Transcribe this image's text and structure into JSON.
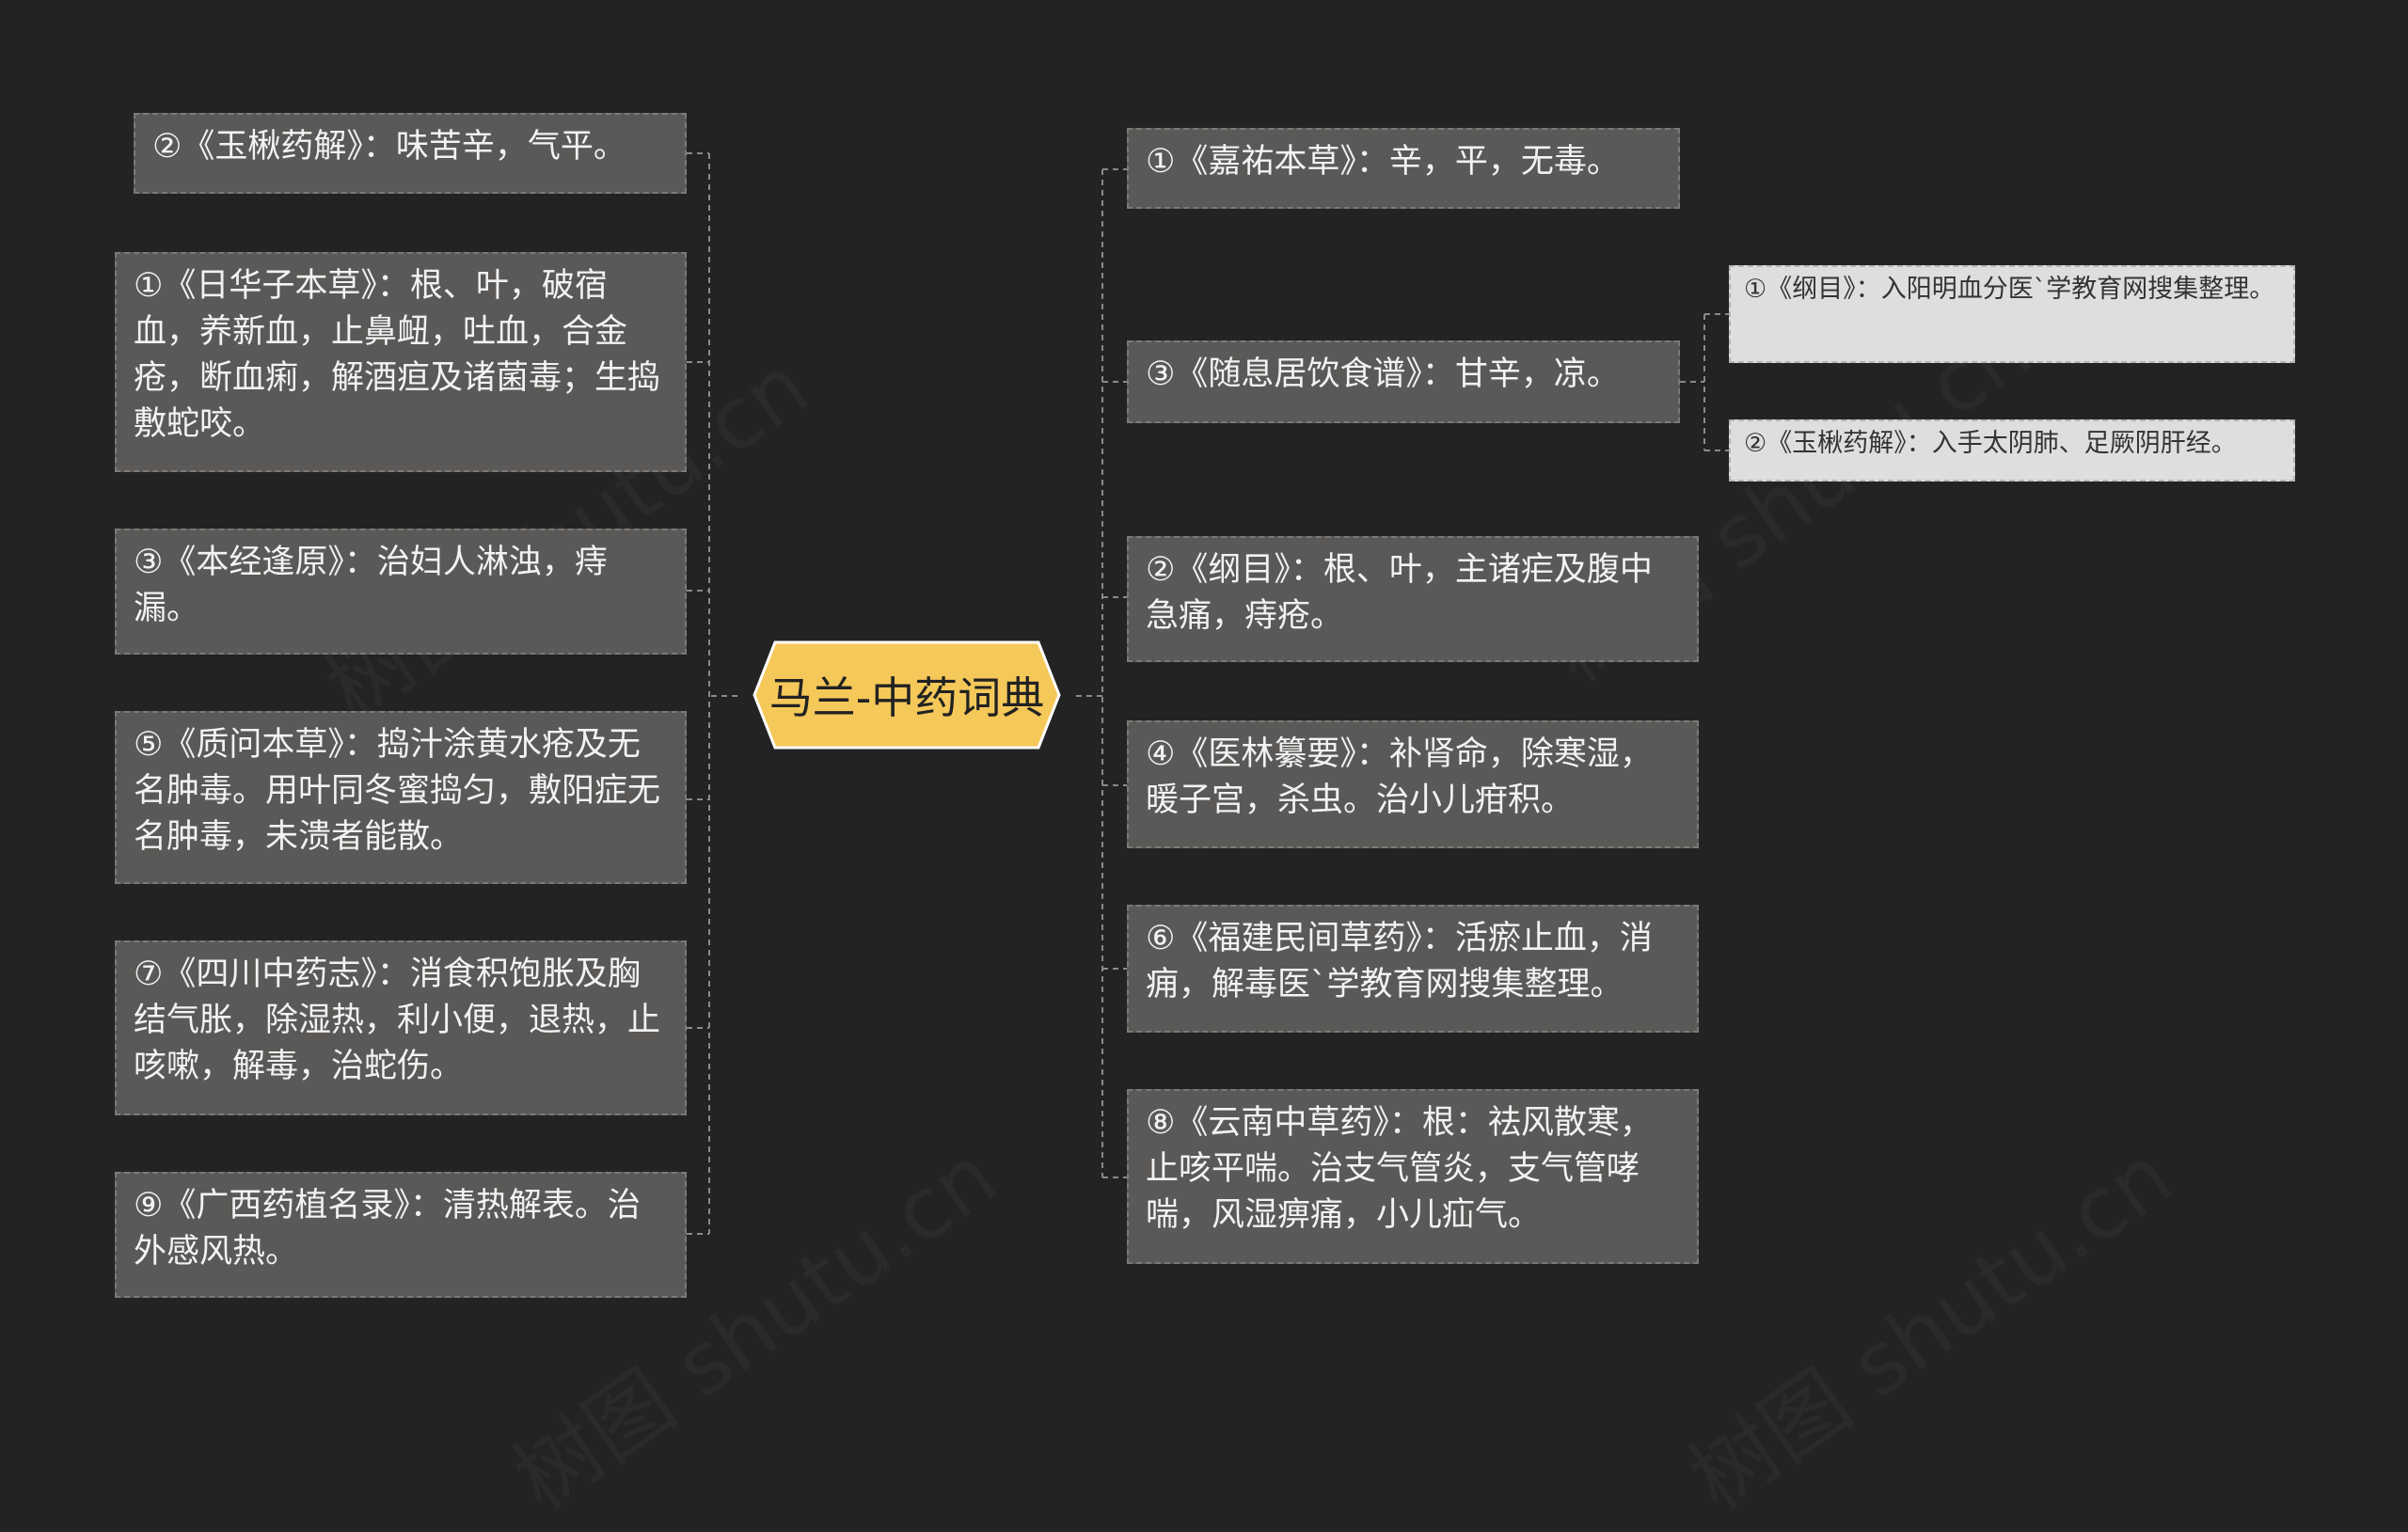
{
  "center": "马兰-中药词典",
  "left_nodes": [
    "②《玉楸药解》：味苦辛，气平。",
    "①《日华子本草》：根、叶，破宿血，养新血，止鼻衄，吐血，合金疮，断血痢，解酒疸及诸菌毒；生捣敷蛇咬。",
    "③《本经逢原》：治妇人淋浊，痔漏。",
    "⑤《质问本草》：捣汁涂黄水疮及无名肿毒。用叶同冬蜜捣匀，敷阳症无名肿毒，未溃者能散。",
    "⑦《四川中药志》：消食积饱胀及胸结气胀，除湿热，利小便，退热，止咳嗽，解毒，治蛇伤。",
    "⑨《广西药植名录》：清热解表。治外感风热。"
  ],
  "right_nodes": [
    "①《嘉祐本草》：辛，平，无毒。",
    "③《随息居饮食谱》：甘辛，凉。",
    "②《纲目》：根、叶，主诸疟及腹中急痛，痔疮。",
    "④《医林纂要》：补肾命，除寒湿，暖子宫，杀虫。治小儿疳积。",
    "⑥《福建民间草药》：活瘀止血，消痈，解毒医`学教育网搜集整理。",
    "⑧《云南中草药》：根：祛风散寒，止咳平喘。治支气管炎，支气管哮喘，风湿痹痛，小儿疝气。"
  ],
  "sub_nodes": [
    "①《纲目》：入阳明血分医`学教育网搜集整理。",
    "②《玉楸药解》：入手太阴肺、足厥阴肝经。"
  ],
  "watermark": "树图 shutu.cn",
  "colors": {
    "background": "#232323",
    "node": "#5b5957",
    "center": "#f5c85a",
    "sub_node": "#dedede",
    "connector": "#8a8a8a"
  }
}
